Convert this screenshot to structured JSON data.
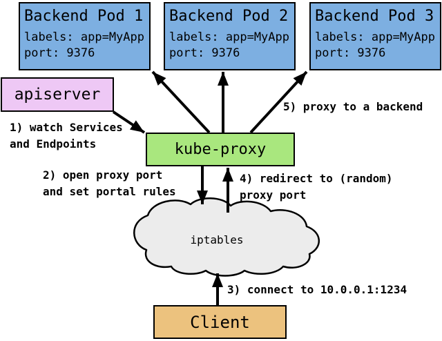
{
  "diagram": {
    "pods": [
      {
        "title": "Backend Pod 1",
        "labels": "labels: app=MyApp",
        "port": "port: 9376"
      },
      {
        "title": "Backend Pod 2",
        "labels": "labels: app=MyApp",
        "port": "port: 9376"
      },
      {
        "title": "Backend Pod 3",
        "labels": "labels: app=MyApp",
        "port": "port: 9376"
      }
    ],
    "apiserver": {
      "label": "apiserver"
    },
    "kube_proxy": {
      "label": "kube-proxy"
    },
    "iptables": {
      "label": "iptables"
    },
    "client": {
      "label": "Client"
    },
    "steps": {
      "step1": {
        "line1": "1) watch Services",
        "line2": "and Endpoints"
      },
      "step2": {
        "line1": "2) open proxy port",
        "line2": "and set portal rules"
      },
      "step3": {
        "line1": "3) connect to 10.0.0.1:1234"
      },
      "step4": {
        "line1": "4) redirect to (random)",
        "line2": "proxy port"
      },
      "step5": {
        "line1": "5) proxy to a backend"
      }
    },
    "colors": {
      "pod_fill": "#7dafe1",
      "apiserver_fill": "#eec8f5",
      "kube_proxy_fill": "#a9e77e",
      "client_fill": "#ecc27e",
      "cloud_fill": "#ececec",
      "border": "#000000",
      "arrow": "#000000"
    }
  }
}
